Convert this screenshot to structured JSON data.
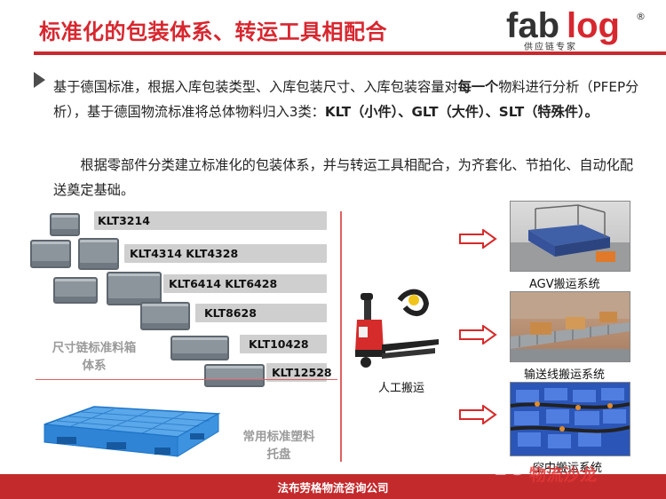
{
  "header": {
    "title": "标准化的包装体系、转运工具相配合",
    "logo_text": "fablog",
    "logo_sub": "供应链专家",
    "logo_mark": "®"
  },
  "paragraphs": {
    "p1_a": "基于德国标准，根据入库包装类型、入库包装尺寸、入库包装容量对",
    "p1_bold": "每一个",
    "p1_b": "物料进行分析（PFEP分析），基于德国物流标准将总体物料归入3类：",
    "p1_c": "KLT（小件）、GLT（大件）、SLT（特殊件）。",
    "p2": "根据零部件分类建立标准化的包装体系，并与转运工具相配合，为齐套化、节拍化、自动化配送奠定基础。"
  },
  "klt_labels": [
    "KLT3214",
    "KLT4314   KLT4328",
    "KLT6414  KLT6428",
    "KLT8628",
    "KLT10428",
    "KLT12528"
  ],
  "left_labels": {
    "crate_system": [
      "尺寸链标准料箱",
      "体系"
    ],
    "pallet": [
      "常用标准塑料",
      "托盘"
    ]
  },
  "middle": {
    "manual": "人工搬运"
  },
  "systems": [
    {
      "caption": "AGV搬运系统"
    },
    {
      "caption": "输送线搬运系统"
    },
    {
      "caption": "空中搬运系统"
    }
  ],
  "footer": {
    "company": "法布劳格物流咨询公司"
  },
  "watermark": {
    "text": "物流沙龙",
    "eoc": "EOC"
  },
  "colors": {
    "brand_red": "#d7272f",
    "bar_gray": "#cfcfcf"
  }
}
